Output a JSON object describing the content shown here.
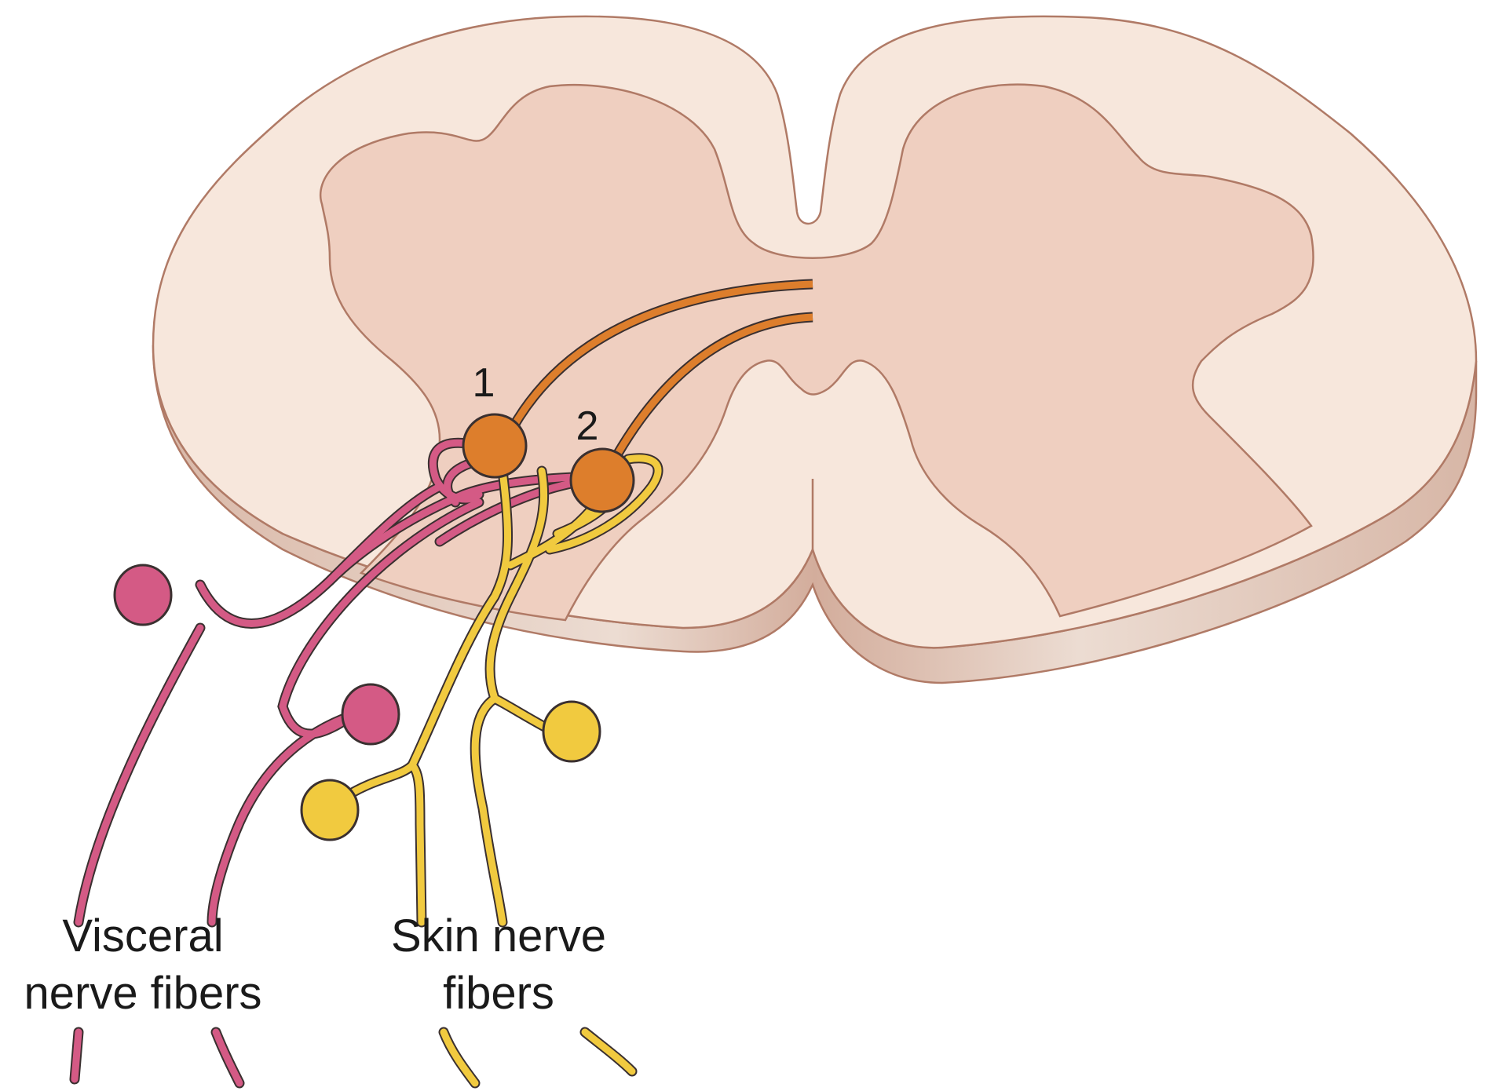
{
  "figure": {
    "subject": "Spinal cord cross-section with converging visceral and skin afferent fibers",
    "neuron_labels": [
      "1",
      "2"
    ],
    "labels": {
      "visceral_line1": "Visceral",
      "visceral_line2": "nerve fibers",
      "skin_line1": "Skin nerve",
      "skin_line2": "fibers"
    }
  },
  "colors": {
    "white_matter": "#f7e7dc",
    "gray_matter": "#efcfc0",
    "outline": "#b07a66",
    "side_face": "#dcbcae",
    "side_face_light": "#ead8cd",
    "projection_neuron": "#dd7e2c",
    "visceral_fiber": "#d45a85",
    "skin_fiber": "#f1ca3f",
    "fiber_outline": "#3a3030"
  }
}
